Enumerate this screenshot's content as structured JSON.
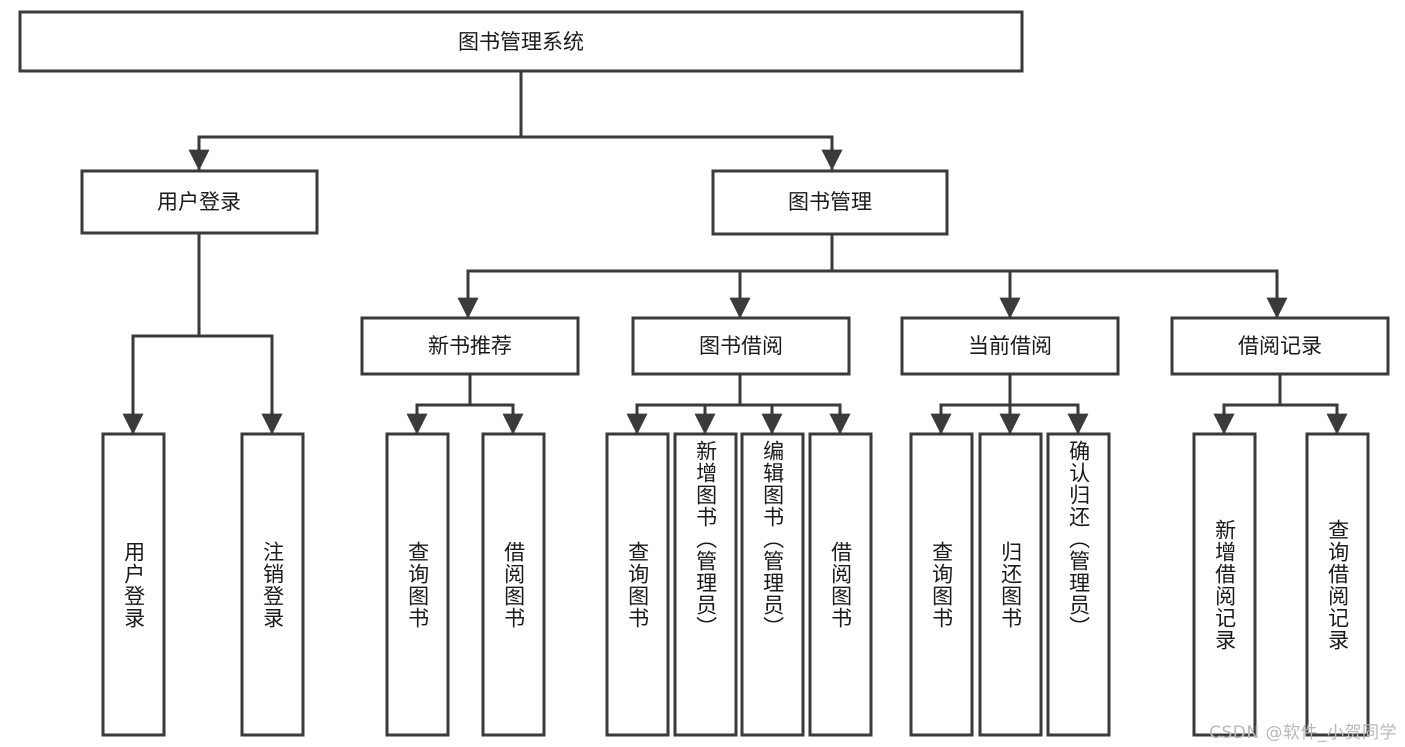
{
  "diagram": {
    "title": "图书管理系统",
    "type": "tree-hierarchy-diagram",
    "watermark": "CSDN @软件_小贺同学",
    "colors": {
      "stroke": "#3a3a3a",
      "fill": "#ffffff",
      "text": "#1a1a1a",
      "watermark": "#b9b9b9",
      "background": "#ffffff"
    },
    "root": {
      "label": "图书管理系统"
    },
    "level2": [
      {
        "label": "用户登录"
      },
      {
        "label": "图书管理"
      }
    ],
    "level3": [
      {
        "label": "新书推荐"
      },
      {
        "label": "图书借阅"
      },
      {
        "label": "当前借阅"
      },
      {
        "label": "借阅记录"
      }
    ],
    "leaves": {
      "user_login": [
        {
          "label": "用户登录"
        },
        {
          "label": "注销登录"
        }
      ],
      "new_book_recommend": [
        {
          "label": "查询图书"
        },
        {
          "label": "借阅图书"
        }
      ],
      "book_borrow": [
        {
          "label": "查询图书"
        },
        {
          "label": "新增图书（管理员）"
        },
        {
          "label": "编辑图书（管理员）"
        },
        {
          "label": "借阅图书"
        }
      ],
      "current_borrow": [
        {
          "label": "查询图书"
        },
        {
          "label": "归还图书"
        },
        {
          "label": "确认归还（管理员）"
        }
      ],
      "borrow_record": [
        {
          "label": "新增借阅记录"
        },
        {
          "label": "查询借阅记录"
        }
      ]
    }
  }
}
